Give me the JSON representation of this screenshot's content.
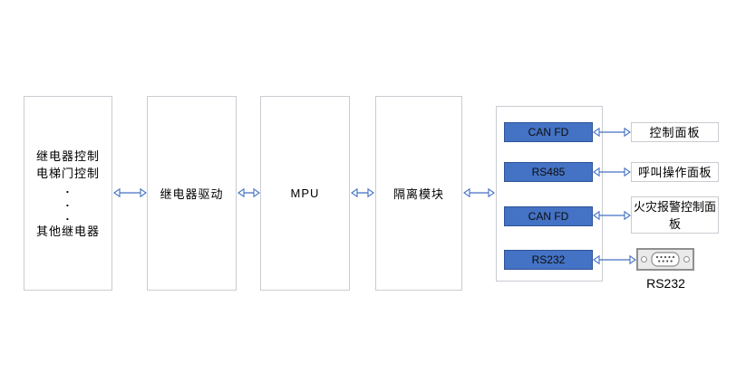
{
  "colors": {
    "arrow_blue": "#4472C4",
    "port_fill": "#4472C4",
    "port_border": "#2E5396",
    "box_border": "#C9CCD1",
    "connector_border": "#8F8F8F",
    "connector_fill": "#EAEAEA",
    "text": "#000000"
  },
  "blocks": {
    "relay_bank": {
      "line1": "继电器控制",
      "line2": "电梯门控制",
      "dot": ".",
      "line3": "其他继电器"
    },
    "relay_driver": {
      "label": "继电器驱动"
    },
    "mpu": {
      "label": "MPU"
    },
    "isolation": {
      "label": "隔离模块"
    }
  },
  "ports": [
    {
      "label": "CAN FD"
    },
    {
      "label": "RS485"
    },
    {
      "label": "CAN FD"
    },
    {
      "label": "RS232"
    }
  ],
  "peripherals": [
    {
      "label": "控制面板"
    },
    {
      "label": "呼叫操作面板"
    },
    {
      "label": "火灾报警控制面板"
    },
    {
      "label": "RS232",
      "icon": "db9-connector"
    }
  ]
}
